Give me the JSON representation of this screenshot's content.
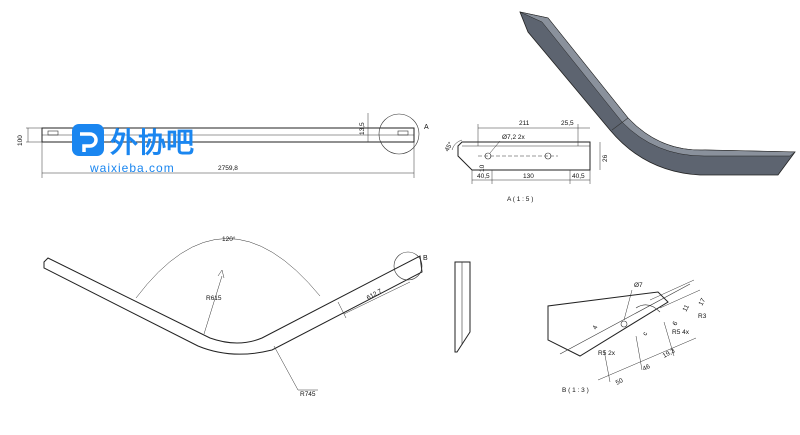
{
  "watermark": {
    "brand": "外协吧",
    "url": "waixieba.com"
  },
  "top_view": {
    "height_dim": "100",
    "length_dim": "2759,8",
    "thickness_dim": "13,5",
    "detail_ref": "A"
  },
  "detail_a": {
    "title": "A ( 1 : 5 )",
    "dims": {
      "width": "211",
      "edge": "25,5",
      "hole": "Ø7,2 2x",
      "height": "26",
      "angle": "45°",
      "left": "40,5",
      "mid": "130",
      "right": "40,5",
      "small": "10"
    }
  },
  "bend_view": {
    "angle": "120°",
    "inner_radius": "R615",
    "outer_radius": "R745",
    "leg_length": "612,7",
    "detail_ref": "B"
  },
  "detail_b": {
    "title": "B ( 1 : 3 )",
    "dims": {
      "hole": "Ø7",
      "r3": "R3",
      "r5a": "R5 4x",
      "r5b": "R5 2x",
      "d17": "17",
      "d11": "11",
      "d6": "6",
      "d4": "4",
      "d50": "50",
      "d46": "46",
      "d193": "19,3",
      "dc": "c"
    }
  }
}
